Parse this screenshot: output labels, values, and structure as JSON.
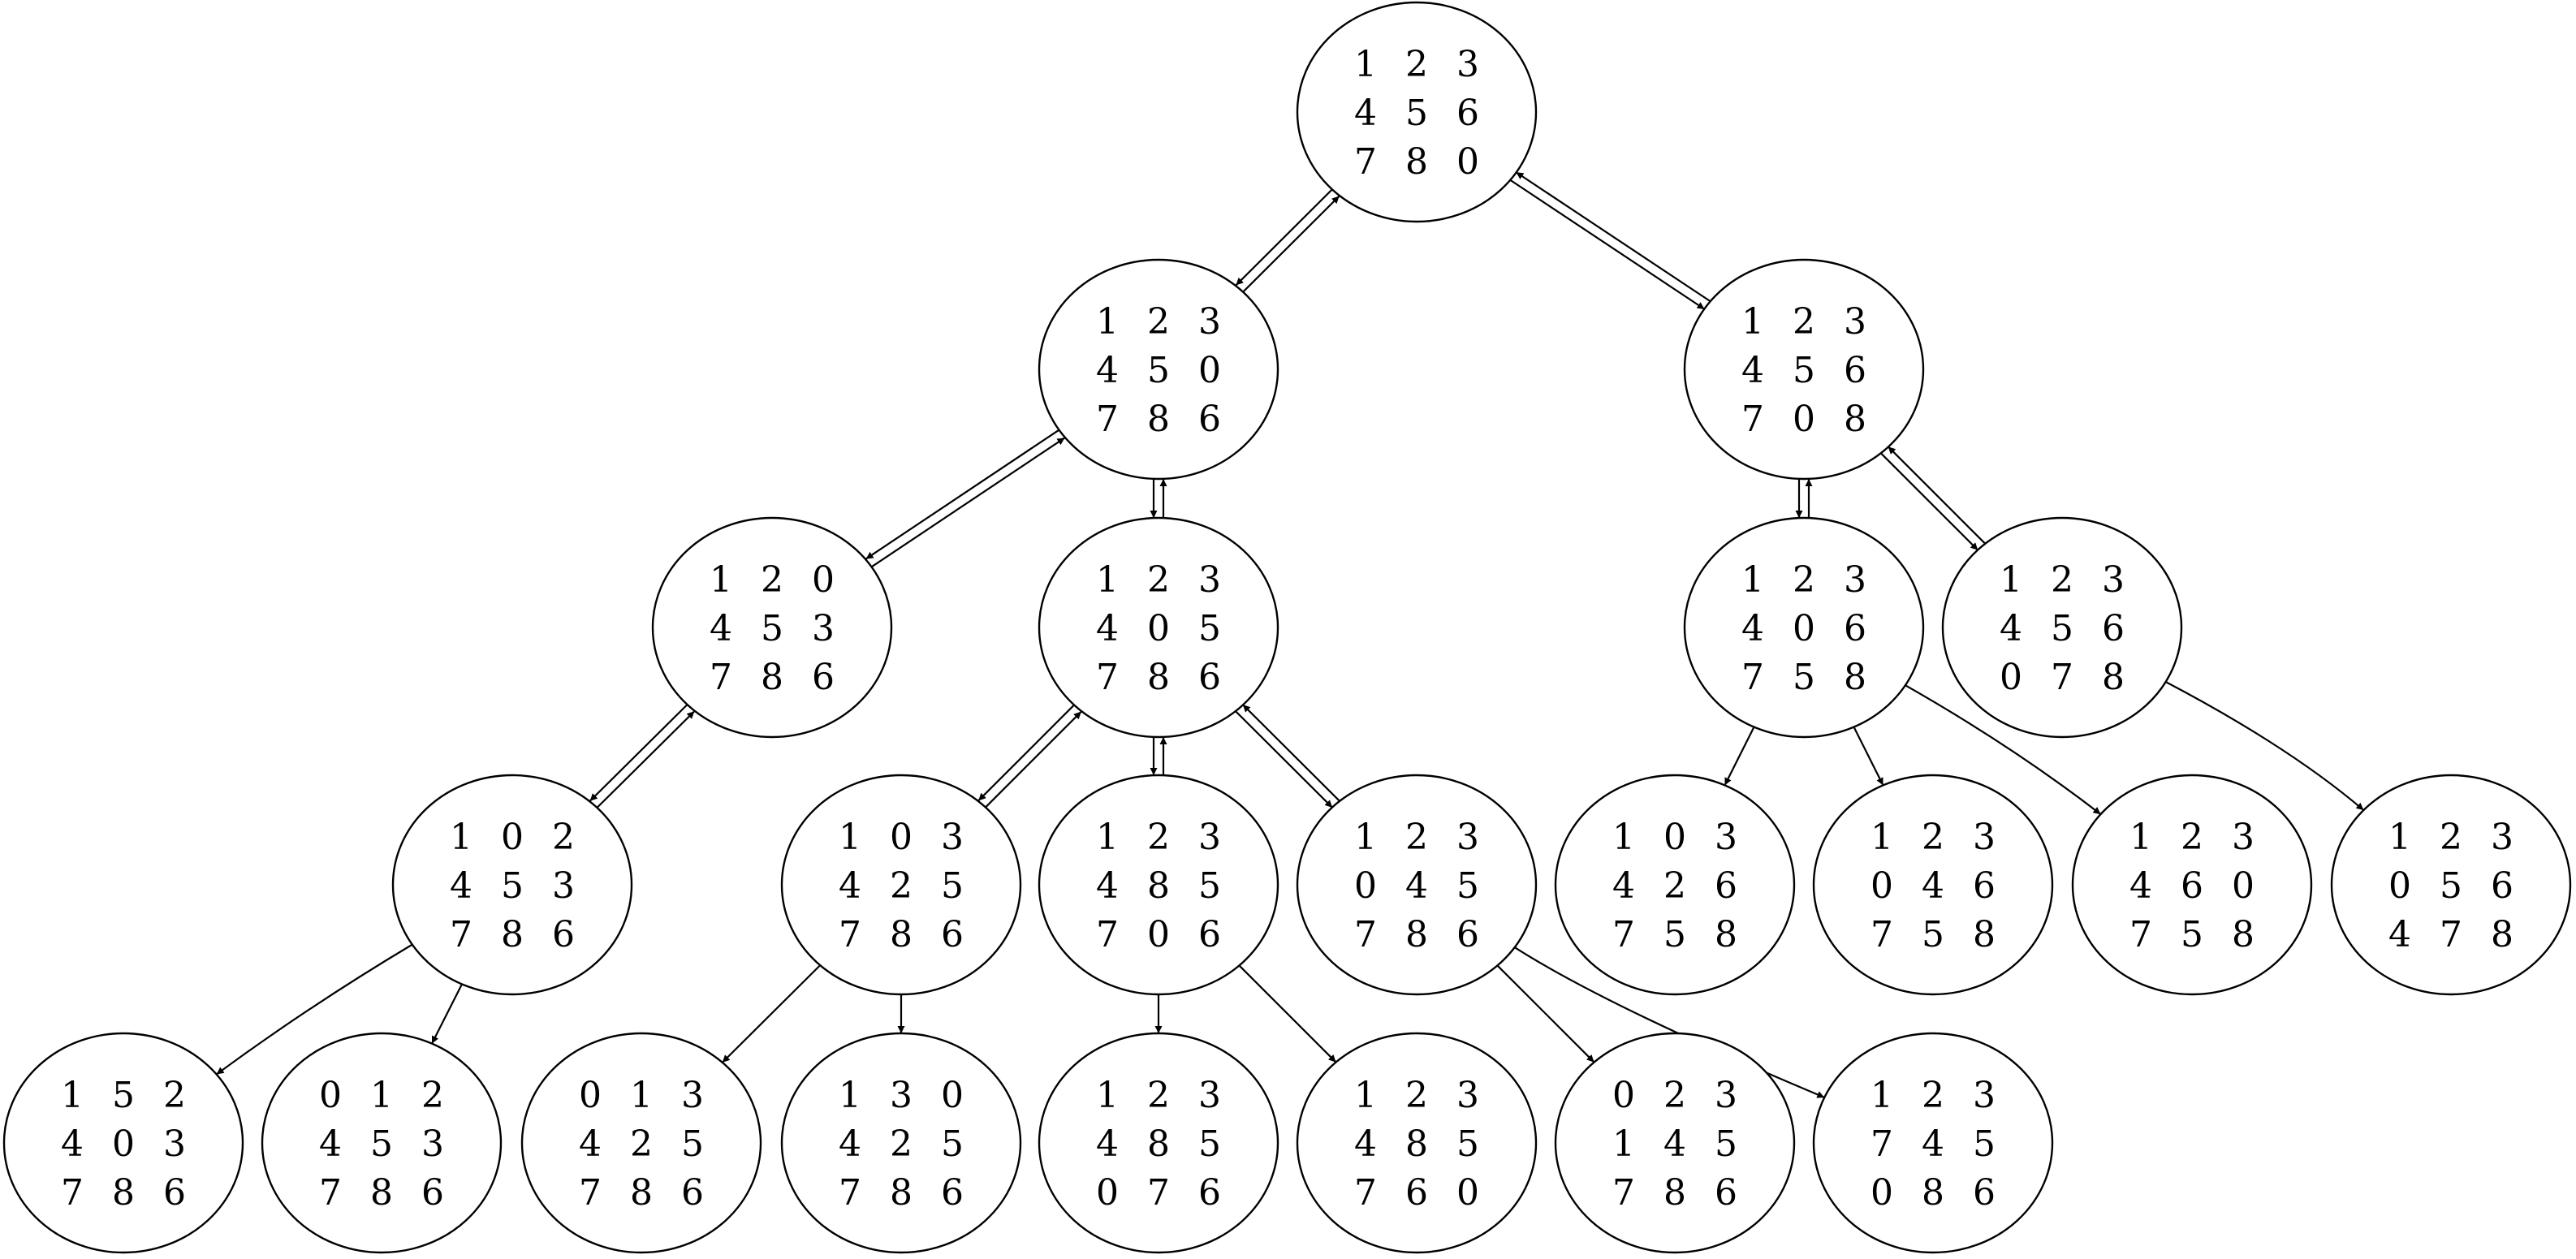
{
  "nodes": [
    {
      "id": "n-root",
      "grid": [
        "1",
        "2",
        "3",
        "4",
        "5",
        "6",
        "7",
        "8",
        "0"
      ]
    },
    {
      "id": "n-a",
      "grid": [
        "1",
        "2",
        "3",
        "4",
        "5",
        "0",
        "7",
        "8",
        "6"
      ]
    },
    {
      "id": "n-b",
      "grid": [
        "1",
        "2",
        "3",
        "4",
        "5",
        "6",
        "7",
        "0",
        "8"
      ]
    },
    {
      "id": "n-a1",
      "grid": [
        "1",
        "2",
        "0",
        "4",
        "5",
        "3",
        "7",
        "8",
        "6"
      ]
    },
    {
      "id": "n-a2",
      "grid": [
        "1",
        "2",
        "3",
        "4",
        "0",
        "5",
        "7",
        "8",
        "6"
      ]
    },
    {
      "id": "n-b1",
      "grid": [
        "1",
        "2",
        "3",
        "4",
        "0",
        "6",
        "7",
        "5",
        "8"
      ]
    },
    {
      "id": "n-b2",
      "grid": [
        "1",
        "2",
        "3",
        "4",
        "5",
        "6",
        "0",
        "7",
        "8"
      ]
    },
    {
      "id": "n-a1a",
      "grid": [
        "1",
        "0",
        "2",
        "4",
        "5",
        "3",
        "7",
        "8",
        "6"
      ]
    },
    {
      "id": "n-a2a",
      "grid": [
        "1",
        "0",
        "3",
        "4",
        "2",
        "5",
        "7",
        "8",
        "6"
      ]
    },
    {
      "id": "n-a2b",
      "grid": [
        "1",
        "2",
        "3",
        "4",
        "8",
        "5",
        "7",
        "0",
        "6"
      ]
    },
    {
      "id": "n-a2c",
      "grid": [
        "1",
        "2",
        "3",
        "0",
        "4",
        "5",
        "7",
        "8",
        "6"
      ]
    },
    {
      "id": "n-b1a",
      "grid": [
        "1",
        "0",
        "3",
        "4",
        "2",
        "6",
        "7",
        "5",
        "8"
      ]
    },
    {
      "id": "n-b1b",
      "grid": [
        "1",
        "2",
        "3",
        "0",
        "4",
        "6",
        "7",
        "5",
        "8"
      ]
    },
    {
      "id": "n-b1c",
      "grid": [
        "1",
        "2",
        "3",
        "4",
        "6",
        "0",
        "7",
        "5",
        "8"
      ]
    },
    {
      "id": "n-b2a",
      "grid": [
        "1",
        "2",
        "3",
        "0",
        "5",
        "6",
        "4",
        "7",
        "8"
      ]
    },
    {
      "id": "n-a1a-1",
      "grid": [
        "1",
        "5",
        "2",
        "4",
        "0",
        "3",
        "7",
        "8",
        "6"
      ]
    },
    {
      "id": "n-a1a-2",
      "grid": [
        "0",
        "1",
        "2",
        "4",
        "5",
        "3",
        "7",
        "8",
        "6"
      ]
    },
    {
      "id": "n-a2a-1",
      "grid": [
        "0",
        "1",
        "3",
        "4",
        "2",
        "5",
        "7",
        "8",
        "6"
      ]
    },
    {
      "id": "n-a2a-2",
      "grid": [
        "1",
        "3",
        "0",
        "4",
        "2",
        "5",
        "7",
        "8",
        "6"
      ]
    },
    {
      "id": "n-a2b-1",
      "grid": [
        "1",
        "2",
        "3",
        "4",
        "8",
        "5",
        "0",
        "7",
        "6"
      ]
    },
    {
      "id": "n-a2b-2",
      "grid": [
        "1",
        "2",
        "3",
        "4",
        "8",
        "5",
        "7",
        "6",
        "0"
      ]
    },
    {
      "id": "n-a2c-1",
      "grid": [
        "0",
        "2",
        "3",
        "1",
        "4",
        "5",
        "7",
        "8",
        "6"
      ]
    },
    {
      "id": "n-a2c-2",
      "grid": [
        "1",
        "2",
        "3",
        "7",
        "4",
        "5",
        "0",
        "8",
        "6"
      ]
    }
  ],
  "edges": [
    {
      "from": "n-root",
      "to": "n-a",
      "style": "double"
    },
    {
      "from": "n-root",
      "to": "n-b",
      "style": "double"
    },
    {
      "from": "n-a",
      "to": "n-a1",
      "style": "double"
    },
    {
      "from": "n-a",
      "to": "n-a2",
      "style": "double"
    },
    {
      "from": "n-b",
      "to": "n-b1",
      "style": "double"
    },
    {
      "from": "n-b",
      "to": "n-b2",
      "style": "double"
    },
    {
      "from": "n-a1",
      "to": "n-a1a",
      "style": "double"
    },
    {
      "from": "n-a2",
      "to": "n-a2a",
      "style": "double"
    },
    {
      "from": "n-a2",
      "to": "n-a2b",
      "style": "double"
    },
    {
      "from": "n-a2",
      "to": "n-a2c",
      "style": "double"
    },
    {
      "from": "n-b1",
      "to": "n-b1a",
      "style": "single"
    },
    {
      "from": "n-b1",
      "to": "n-b1b",
      "style": "single"
    },
    {
      "from": "n-b1",
      "to": "n-b1c",
      "style": "single"
    },
    {
      "from": "n-b2",
      "to": "n-b2a",
      "style": "single"
    },
    {
      "from": "n-a1a",
      "to": "n-a1a-1",
      "style": "single"
    },
    {
      "from": "n-a1a",
      "to": "n-a1a-2",
      "style": "single"
    },
    {
      "from": "n-a2a",
      "to": "n-a2a-1",
      "style": "single"
    },
    {
      "from": "n-a2a",
      "to": "n-a2a-2",
      "style": "single"
    },
    {
      "from": "n-a2b",
      "to": "n-a2b-1",
      "style": "single"
    },
    {
      "from": "n-a2b",
      "to": "n-a2b-2",
      "style": "single"
    },
    {
      "from": "n-a2c",
      "to": "n-a2c-1",
      "style": "single"
    },
    {
      "from": "n-a2c",
      "to": "n-a2c-2",
      "style": "single"
    }
  ],
  "colors": {
    "stroke": "#000000",
    "background": "#ffffff"
  }
}
